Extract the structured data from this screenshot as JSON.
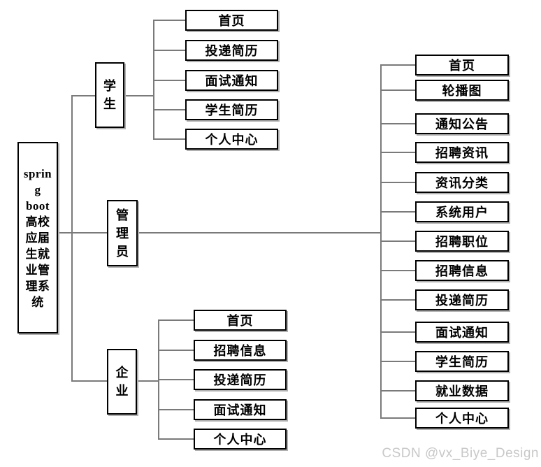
{
  "diagram": {
    "root": {
      "label": "spring boot 高校应届生就业管理系统",
      "lines": [
        "sprin",
        "g",
        "boot",
        "高校",
        "应届",
        "生就",
        "业管",
        "理系",
        "统"
      ]
    },
    "branches": [
      {
        "label": "学生",
        "children": [
          "首页",
          "投递简历",
          "面试通知",
          "学生简历",
          "个人中心"
        ]
      },
      {
        "label": "管理员",
        "children": [
          "首页",
          "轮播图",
          "通知公告",
          "招聘资讯",
          "资讯分类",
          "系统用户",
          "招聘职位",
          "招聘信息",
          "投递简历",
          "面试通知",
          "学生简历",
          "就业数据",
          "个人中心"
        ]
      },
      {
        "label": "企业",
        "children": [
          "首页",
          "招聘信息",
          "投递简历",
          "面试通知",
          "个人中心"
        ]
      }
    ]
  },
  "watermark": "CSDN @vx_Biye_Design",
  "colors": {
    "background": "#ffffff",
    "box_border": "#000000",
    "box_shadow": "#b0b0b0",
    "connector": "#7a7a7a",
    "text": "#000000",
    "watermark_text": "#c8c8c8"
  }
}
